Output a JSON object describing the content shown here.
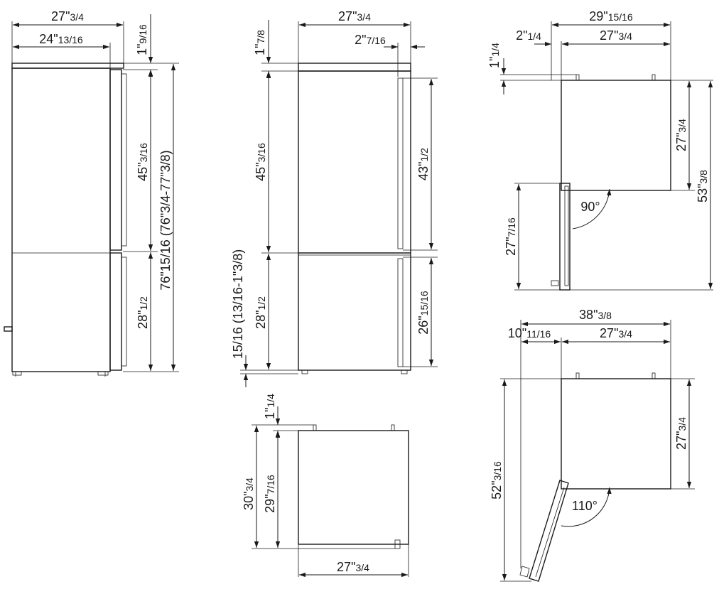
{
  "dims": {
    "side_depth_total": [
      "27\"",
      "3/4"
    ],
    "side_depth_body": [
      "24\"",
      "13/16"
    ],
    "side_top_gap": [
      "1\"",
      "9/16"
    ],
    "side_upper": [
      "45\"",
      "3/16"
    ],
    "side_lower": [
      "28\"",
      "1/2"
    ],
    "side_total_height": "76\"15/16 (76\"3/4-77\"3/8)",
    "front_width": [
      "27\"",
      "3/4"
    ],
    "front_top_gap": [
      "1\"",
      "7/8"
    ],
    "front_handle_offset": [
      "2\"",
      "7/16"
    ],
    "front_upper": [
      "45\"",
      "3/16"
    ],
    "front_lower": [
      "28\"",
      "1/2"
    ],
    "front_upper_handle": [
      "43\"",
      "1/2"
    ],
    "front_lower_handle": [
      "26\"",
      "15/16"
    ],
    "front_feet": "15/16 (13/16-1\"3/8)",
    "top_gap": [
      "1\"",
      "1/4"
    ],
    "top_depth_a": [
      "30\"",
      "3/4"
    ],
    "top_depth_b": [
      "29\"",
      "7/16"
    ],
    "top_width": [
      "27\"",
      "3/4"
    ],
    "door90_total": [
      "29\"",
      "15/16"
    ],
    "door90_offset": [
      "2\"",
      "1/4"
    ],
    "door90_width": [
      "27\"",
      "3/4"
    ],
    "door90_top_gap": [
      "1\"",
      "1/4"
    ],
    "door90_depth": [
      "27\"",
      "3/4"
    ],
    "door90_depth_total": [
      "53\"",
      "3/8"
    ],
    "door90_door": [
      "27\"",
      "7/16"
    ],
    "door90_angle": "90°",
    "door110_total": [
      "38\"",
      "3/8"
    ],
    "door110_offset": [
      "10\"",
      "11/16"
    ],
    "door110_width": [
      "27\"",
      "3/4"
    ],
    "door110_depth": [
      "27\"",
      "3/4"
    ],
    "door110_depth_total": [
      "52\"",
      "3/16"
    ],
    "door110_angle": "110°"
  }
}
